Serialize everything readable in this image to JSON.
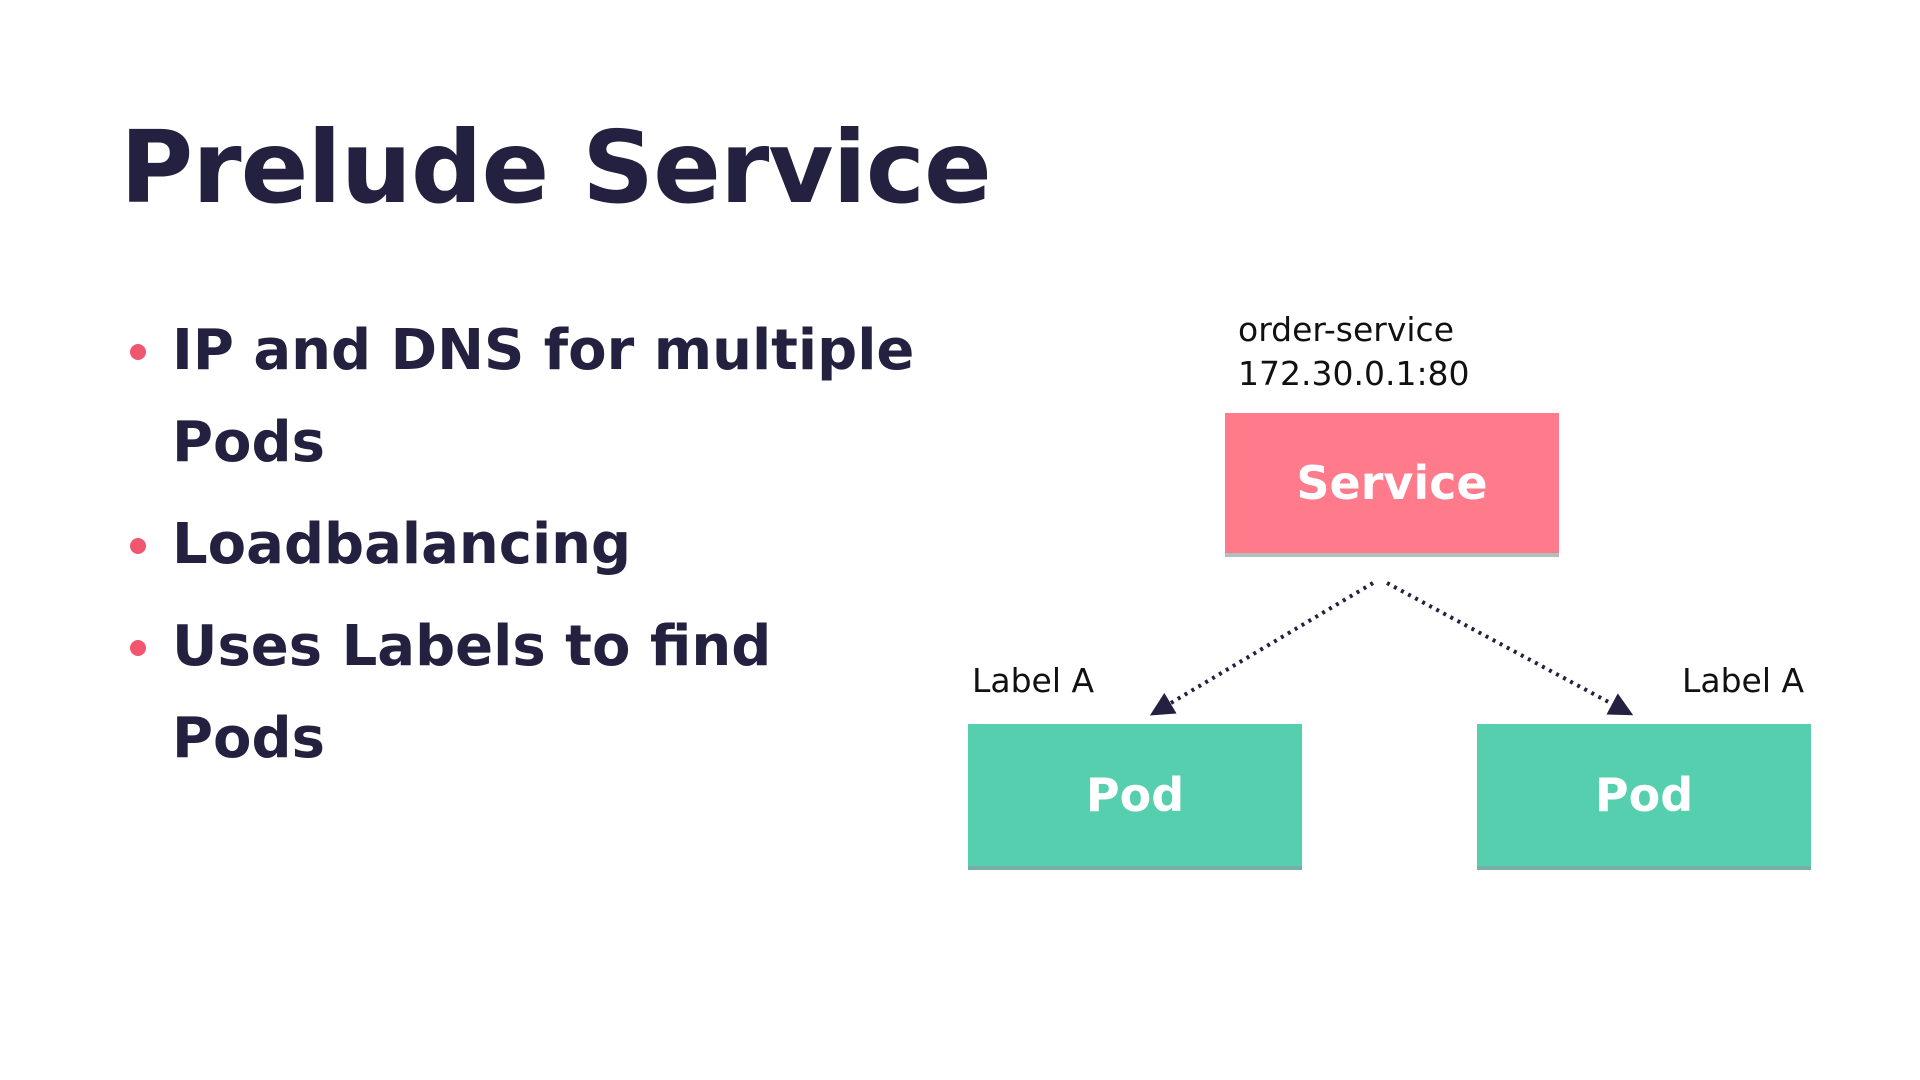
{
  "slide": {
    "title": "Prelude Service",
    "bullets": [
      "IP and DNS for multiple Pods",
      "Loadbalancing",
      "Uses Labels to find Pods"
    ]
  },
  "diagram": {
    "service": {
      "name": "order-service",
      "address": "172.30.0.1:80",
      "label": "Service"
    },
    "pods": [
      {
        "label": "Pod",
        "selector_label": "Label A"
      },
      {
        "label": "Pod",
        "selector_label": "Label A"
      }
    ]
  },
  "colors": {
    "title": "#23213f",
    "bullet": "#f0566d",
    "service": "#ff7a8a",
    "pod": "#56cfae",
    "connector": "#23213f"
  }
}
